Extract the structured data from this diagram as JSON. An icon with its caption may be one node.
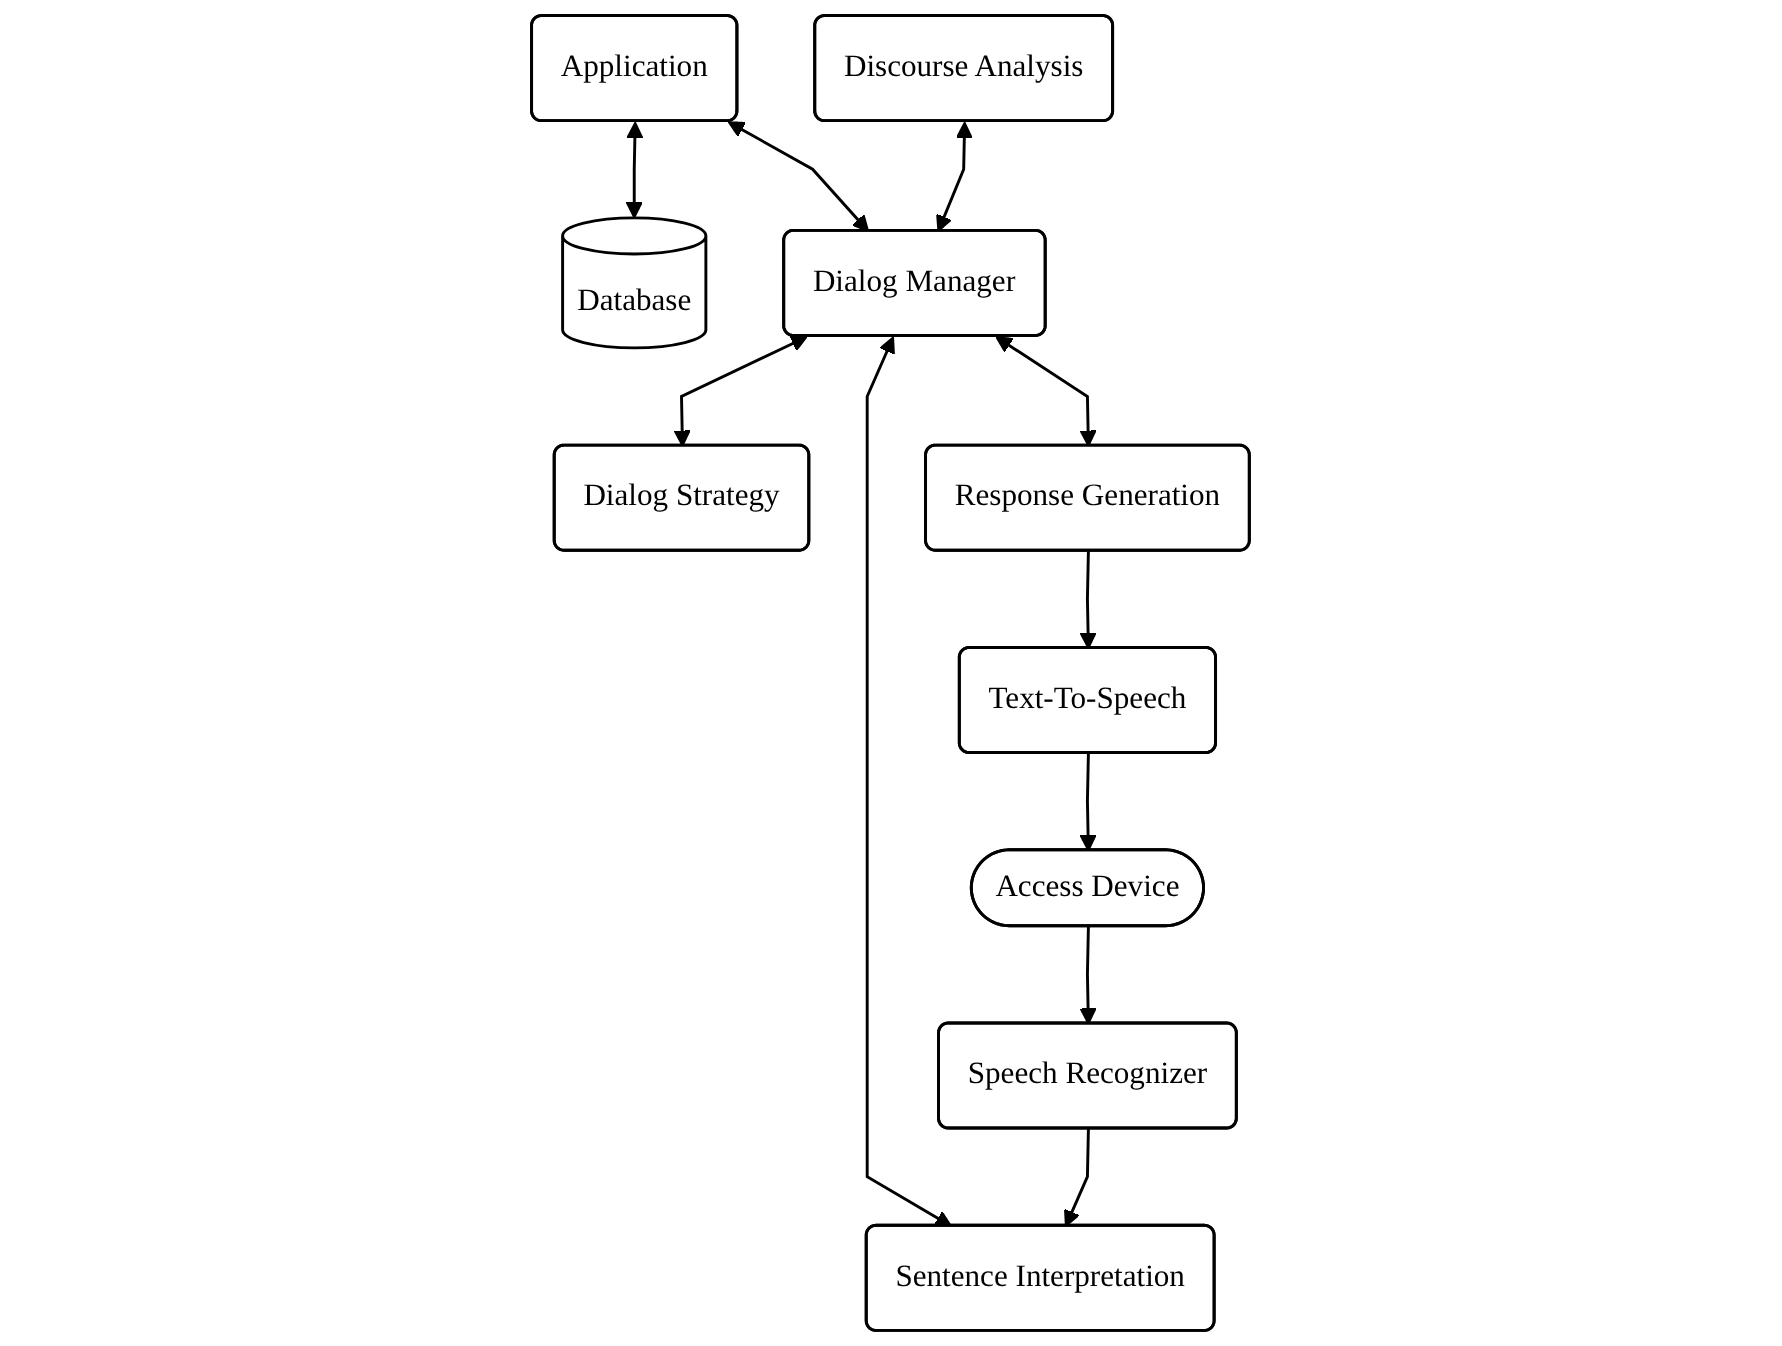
{
  "diagram": {
    "nodes": [
      {
        "text": [
          "Application"
        ]
      },
      {
        "text": [
          "Database"
        ]
      },
      {
        "text": [
          "Discourse Analysis"
        ]
      },
      {
        "text": [
          "Dialog Manager"
        ]
      },
      {
        "text": [
          "Dialog Strategy"
        ]
      },
      {
        "text": [
          "Response Generation"
        ]
      },
      {
        "text": [
          "Sentence Interpretation"
        ]
      },
      {
        "text": [
          "Text-To-Speech"
        ]
      },
      {
        "text": [
          "Speech Recognizer"
        ]
      },
      {
        "text": [
          "Access Device"
        ]
      }
    ],
    "edges": [
      {
        "from": 0,
        "to": 1,
        "arrow": "both"
      },
      {
        "from": 0,
        "to": 3,
        "arrow": "both"
      },
      {
        "from": 2,
        "to": 3,
        "arrow": "both"
      },
      {
        "from": 3,
        "to": 4,
        "arrow": "both"
      },
      {
        "from": 3,
        "to": 5,
        "arrow": "both"
      },
      {
        "from": 3,
        "to": 6,
        "arrow": "both"
      },
      {
        "from": 5,
        "to": 7,
        "arrow": "to"
      },
      {
        "from": 8,
        "to": 6,
        "arrow": "to"
      },
      {
        "from": 7,
        "to": 9,
        "arrow": "to"
      },
      {
        "from": 9,
        "to": 8,
        "arrow": "to"
      }
    ]
  }
}
